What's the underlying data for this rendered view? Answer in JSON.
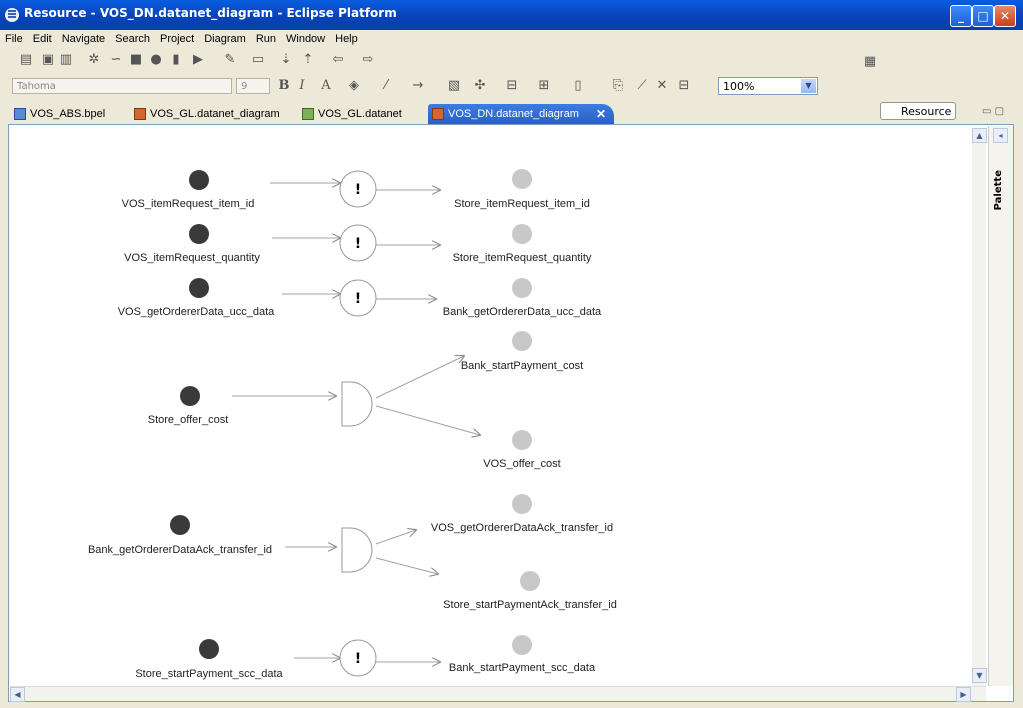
{
  "window": {
    "title": "Resource - VOS_DN.datanet_diagram - Eclipse Platform",
    "controls": [
      "_",
      "□",
      "✕"
    ]
  },
  "menu": [
    "File",
    "Edit",
    "Navigate",
    "Search",
    "Project",
    "Diagram",
    "Run",
    "Window",
    "Help"
  ],
  "toolbar": {
    "font_name": "Tahoma",
    "font_size": "9",
    "zoom": "100%",
    "perspective": "Resource"
  },
  "tabs": [
    {
      "label": "VOS_ABS.bpel",
      "active": false
    },
    {
      "label": "VOS_GL.datanet_diagram",
      "active": false
    },
    {
      "label": "VOS_GL.datanet",
      "active": false
    },
    {
      "label": "VOS_DN.datanet_diagram",
      "active": true
    }
  ],
  "palette": {
    "label": "Palette"
  },
  "diagram": {
    "rows": [
      {
        "source": "VOS_itemRequest_item_id",
        "op": "!",
        "targets": [
          "Store_itemRequest_item_id"
        ]
      },
      {
        "source": "VOS_itemRequest_quantity",
        "op": "!",
        "targets": [
          "Store_itemRequest_quantity"
        ]
      },
      {
        "source": "VOS_getOrdererData_ucc_data",
        "op": "!",
        "targets": [
          "Bank_getOrdererData_ucc_data"
        ]
      },
      {
        "source": "Store_offer_cost",
        "op": "split",
        "targets": [
          "Bank_startPayment_cost",
          "VOS_offer_cost"
        ]
      },
      {
        "source": "Bank_getOrdererDataAck_transfer_id",
        "op": "split",
        "targets": [
          "VOS_getOrdererDataAck_transfer_id",
          "Store_startPaymentAck_transfer_id"
        ]
      },
      {
        "source": "Store_startPayment_scc_data",
        "op": "!",
        "targets": [
          "Bank_startPayment_scc_data"
        ]
      }
    ]
  },
  "colors": {
    "source_node": "#3a3a3a",
    "target_node": "#c8c8c8",
    "edge": "#a0a0a0",
    "active_tab": "#2f6bd6"
  }
}
